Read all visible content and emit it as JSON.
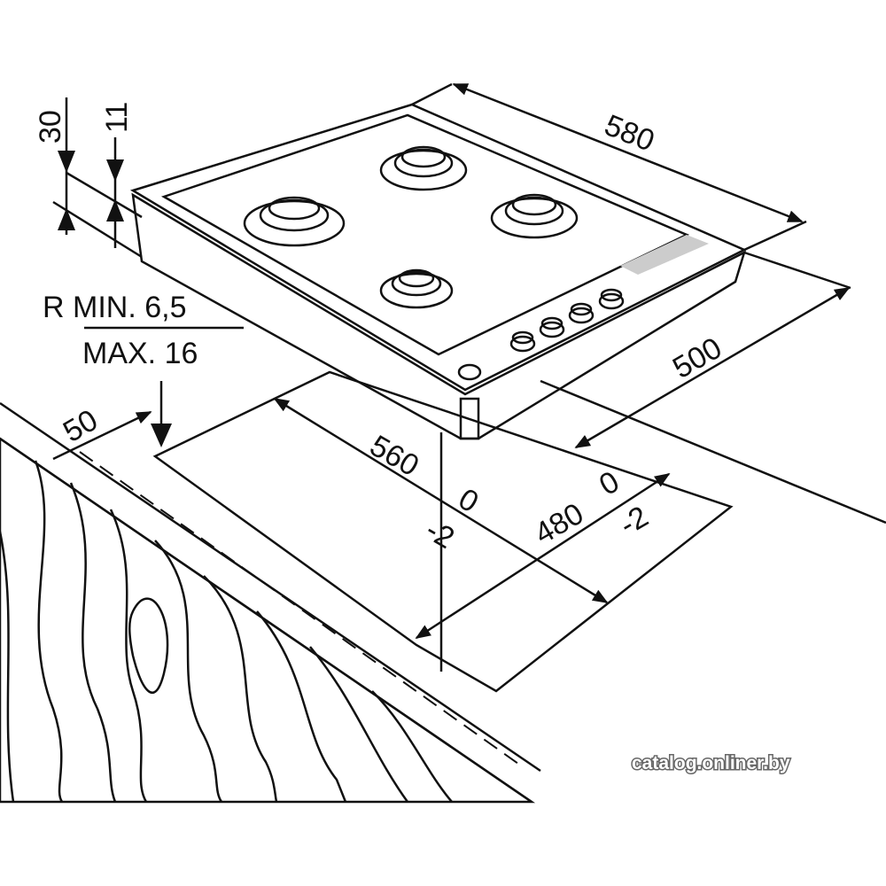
{
  "diagram": {
    "dimensions": {
      "width_hob": "580",
      "depth_hob": "500",
      "width_cutout": "560",
      "depth_cutout": "480",
      "tol_width_plus": "0",
      "tol_width_minus": "-2",
      "tol_depth_plus": "0",
      "tol_depth_minus": "-2",
      "edge_distance": "50",
      "height_total": "30",
      "height_top": "11"
    },
    "radius_note": {
      "line1": "R MIN. 6,5",
      "line2": "MAX. 16"
    },
    "watermark": "catalog.onliner.by",
    "colors": {
      "line": "#111111",
      "fill_grey": "#cfcfcf",
      "light_grey": "#e6e6e6"
    }
  }
}
